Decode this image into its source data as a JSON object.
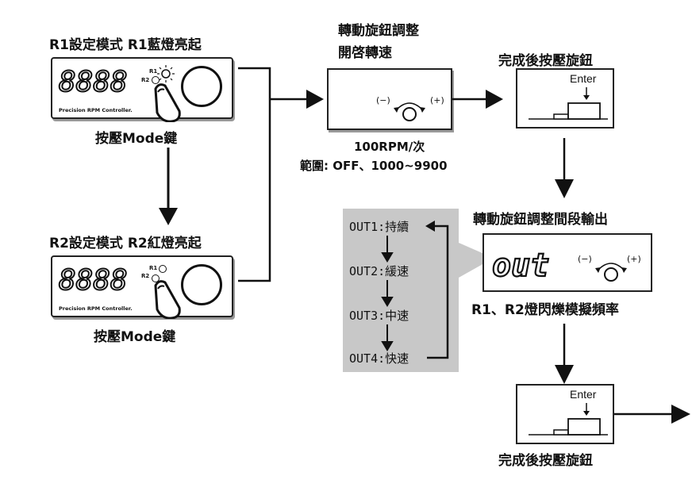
{
  "step1": {
    "title": "R1設定模式  R1藍燈亮起",
    "display": "8888",
    "device_caption": "Precision RPM Controller.",
    "led_r1": "R1",
    "led_r2": "R2",
    "action": "按壓Mode鍵"
  },
  "step2": {
    "title": "R2設定模式  R2紅燈亮起",
    "display": "8888",
    "device_caption": "Precision RPM Controller.",
    "led_r1": "R1",
    "led_r2": "R2",
    "action": "按壓Mode鍵"
  },
  "step3": {
    "title_line1": "轉動旋鈕調整",
    "title_line2": "開啓轉速",
    "minus": "(−)",
    "plus": "(+)",
    "rate": "100RPM/次",
    "range": "範圍:  OFF、1000~9900"
  },
  "step4": {
    "title": "完成後按壓旋鈕",
    "enter": "Enter"
  },
  "step5": {
    "title": "轉動旋鈕調整間段輸出",
    "display": "out",
    "minus": "(−)",
    "plus": "(+)",
    "caption": "R1、R2燈閃爍模擬頻率"
  },
  "outputs": {
    "items": [
      "OUT1:持續",
      "OUT2:緩速",
      "OUT3:中速",
      "OUT4:快速"
    ]
  },
  "step6": {
    "title": "完成後按壓旋鈕",
    "enter": "Enter"
  },
  "colors": {
    "panel_gray": "#c8c8c8",
    "line": "#111111"
  }
}
